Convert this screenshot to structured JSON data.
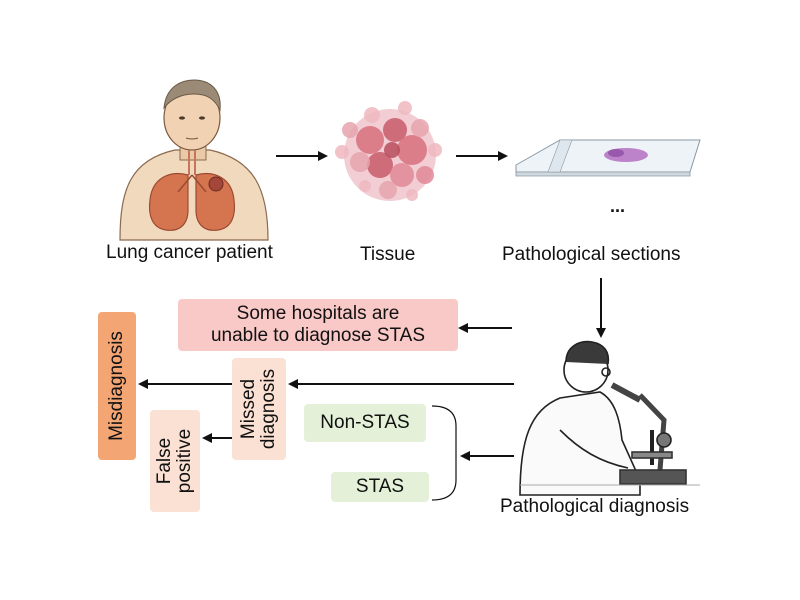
{
  "labels": {
    "patient": "Lung cancer patient",
    "tissue": "Tissue",
    "sections": "Pathological sections",
    "ellipsis": "...",
    "diagnosis": "Pathological diagnosis"
  },
  "boxes": {
    "hospitals_line1": "Some hospitals are",
    "hospitals_line2": "unable to diagnose STAS",
    "non_stas": "Non-STAS",
    "stas": "STAS",
    "missed_line1": "Missed",
    "missed_line2": "diagnosis",
    "false_line1": "False",
    "false_line2": "positive",
    "misdiagnosis": "Misdiagnosis"
  },
  "colors": {
    "pink_box": "#f9c9c8",
    "green_box": "#e4f1d8",
    "peach_box": "#fbe1d3",
    "orange_box": "#f4a574",
    "arrow": "#111111"
  },
  "icons": {
    "patient": "patient-lungs-illustration",
    "tissue": "tissue-cluster-illustration",
    "slide": "glass-slide-illustration",
    "pathologist": "pathologist-microscope-illustration"
  }
}
